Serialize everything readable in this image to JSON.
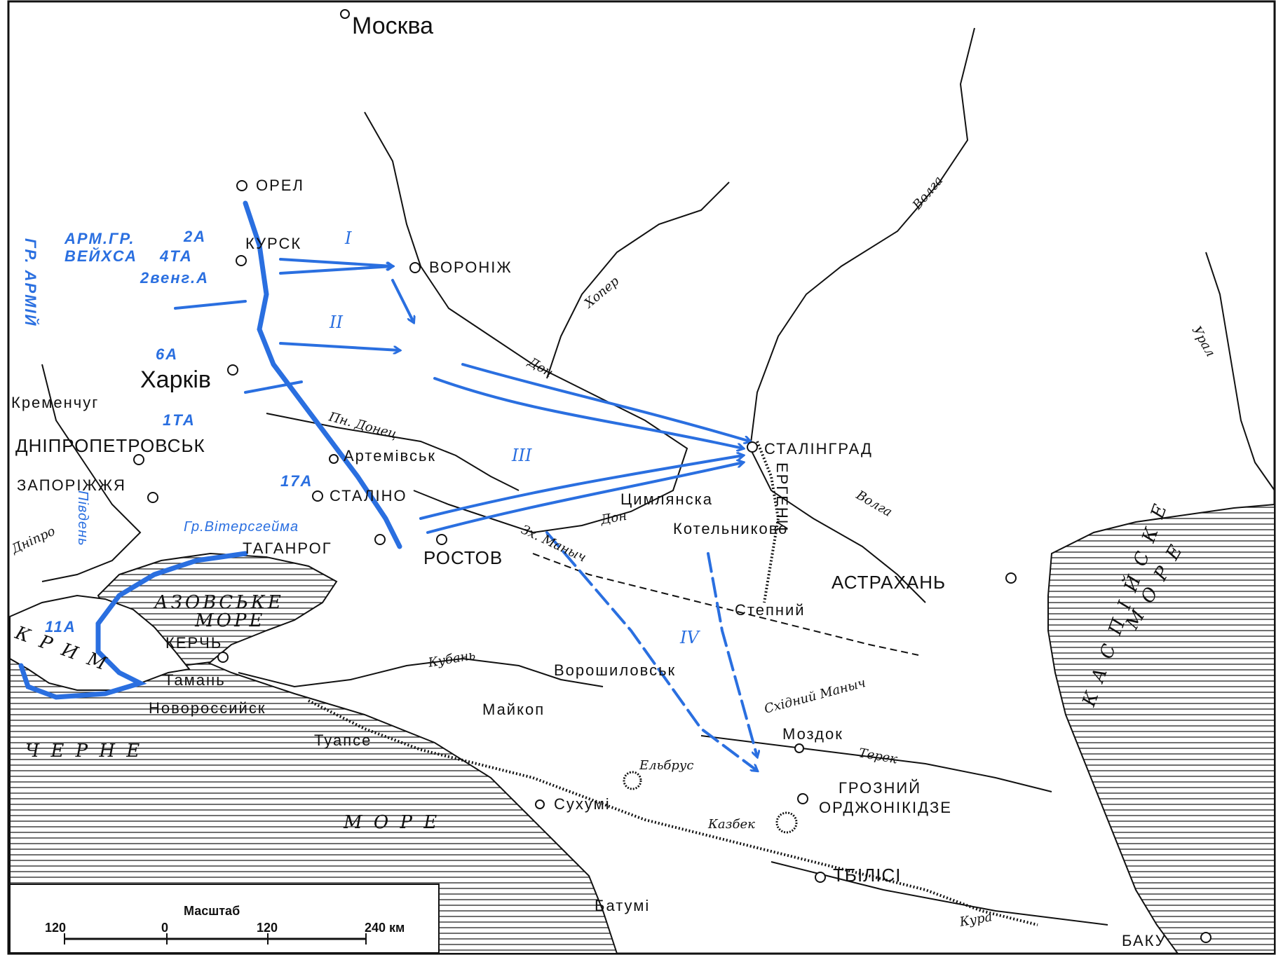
{
  "cities": {
    "moscow": "Москва",
    "orel": "ОРЕЛ",
    "kursk": "КУРСК",
    "voronezh": "ВОРОНІЖ",
    "kharkiv": "Харків",
    "kremenchug": "Кременчуг",
    "dnipropetrovsk": "ДНІПРОПЕТРОВСЬК",
    "artemivsk": "Артемівськ",
    "stalino": "СТАЛІНО",
    "zaporizhzhia": "ЗАПОРІЖЖЯ",
    "taganrog": "ТАГАНРОГ",
    "rostov": "РОСТОВ",
    "stalingrad": "СТАЛІНГРАД",
    "tsimlyanska": "Цимлянска",
    "kotelnikovo": "Котельниково",
    "astrakhan": "АСТРАХАНЬ",
    "stepnyi": "Степний",
    "kerch": "КЕРЧЬ",
    "taman": "Тамань",
    "novorossiysk": "Новороссийск",
    "tuapse": "Туапсе",
    "maykop": "Майкоп",
    "voroshylovsk": "Ворошиловськ",
    "mozdok": "Моздок",
    "grozny": "ГРОЗНИЙ",
    "ordzhonikidze": "ОРДЖОНІКІДЗЕ",
    "sukhumi": "Сухумі",
    "tbilisi": "ТБІЛІСІ",
    "batumi": "Батумі",
    "baku": "БАКУ"
  },
  "rivers": {
    "volga_north": "Волга",
    "volga_south": "Волга",
    "khoper": "Хопер",
    "don_north": "Дон",
    "don_south": "Дон",
    "ural": "Урал",
    "donets": "Пн. Донец",
    "dnipro": "Дніпро",
    "manych_west": "Зх. Маныч",
    "manych_east": "Східний Маныч",
    "kuban": "Кубань",
    "terek": "Терек",
    "kura": "Кура"
  },
  "mountains": {
    "elbrus": "Ельбрус",
    "kazbek": "Казбек",
    "ergeni": "ЕРГЕНИ"
  },
  "seas": {
    "azov_1": "АЗОВСЬКЕ",
    "azov_2": "МОРЕ",
    "black_1": "Ч Е Р Н Е",
    "black_2": "М О Р Е",
    "caspian_1": "К А С П І Й С К Е",
    "caspian_2": "М О Р Е",
    "crimea": "К Р И М"
  },
  "military": {
    "army_group_weichs_1": "АРМ.ГР.",
    "army_group_weichs_2": "ВЕЙХСА",
    "a2": "2А",
    "ta4": "4ТА",
    "hung2": "2венг.А",
    "a6": "6А",
    "ta1": "1ТА",
    "a17": "17А",
    "a11": "11А",
    "group_wietersheim": "Гр.Вітерсгейма",
    "army_group_a": "ГР. АРМІЙ",
    "south": "Південь",
    "phase_1": "I",
    "phase_2": "II",
    "phase_3": "III",
    "phase_4": "IV"
  },
  "scale": {
    "title": "Масштаб",
    "t120": "120",
    "t0": "0",
    "t120b": "120",
    "t240": "240 км"
  },
  "colors": {
    "arrow_blue": "#2a6fe0",
    "ink": "#111111",
    "paper": "#ffffff"
  }
}
